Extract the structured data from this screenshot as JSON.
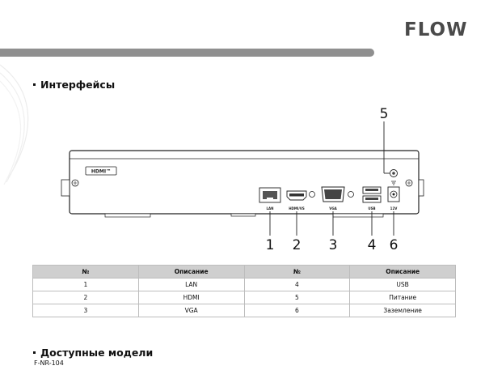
{
  "brand": {
    "logo_text": "FLOW"
  },
  "section_interfaces": {
    "title": "Интерфейсы"
  },
  "device": {
    "brand_plate": "HDMI™",
    "port_labels": [
      "LAN",
      "HDMI/VS",
      "VGA",
      "USB",
      "12V"
    ],
    "callouts": [
      "1",
      "2",
      "3",
      "4",
      "5",
      "6"
    ]
  },
  "table": {
    "headers": [
      "№",
      "Описание",
      "№",
      "Описание"
    ],
    "rows": [
      [
        "1",
        "LAN",
        "4",
        "USB"
      ],
      [
        "2",
        "HDMI",
        "5",
        "Питание"
      ],
      [
        "3",
        "VGA",
        "6",
        "Заземление"
      ]
    ]
  },
  "section_models": {
    "title": "Доступные модели"
  },
  "models": [
    "F-NR-104"
  ],
  "colors": {
    "bar": "#8f8f8f",
    "table_header": "#cfcfcf",
    "line": "#222222"
  }
}
